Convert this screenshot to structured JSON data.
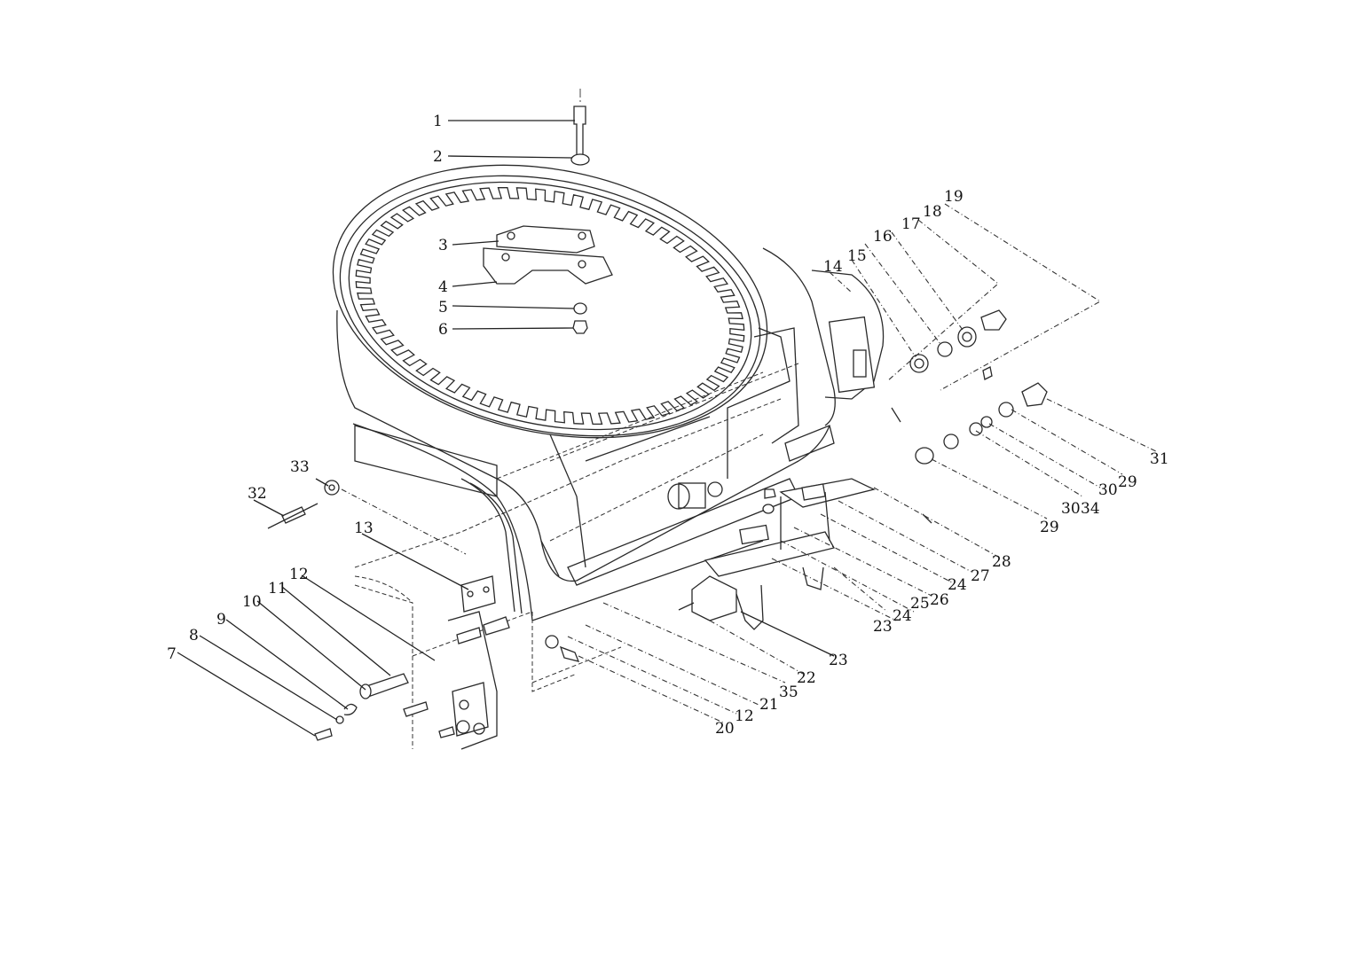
{
  "diagram": {
    "labels": {
      "l1": "1",
      "l2": "2",
      "l3": "3",
      "l4": "4",
      "l5": "5",
      "l6": "6",
      "l7": "7",
      "l8": "8",
      "l9": "9",
      "l10": "10",
      "l11": "11",
      "l12a": "12",
      "l13": "13",
      "l14": "14",
      "l15": "15",
      "l16": "16",
      "l17": "17",
      "l18": "18",
      "l19": "19",
      "l20": "20",
      "l12b": "12",
      "l21": "21",
      "l35": "35",
      "l22": "22",
      "l23a": "23",
      "l23b": "23",
      "l24a": "24",
      "l25": "25",
      "l26": "26",
      "l24b": "24",
      "l27": "27",
      "l28": "28",
      "l29a": "29",
      "l30a": "30",
      "l34": "34",
      "l30b": "30",
      "l29b": "29",
      "l31": "31",
      "l32": "32",
      "l33": "33"
    }
  }
}
